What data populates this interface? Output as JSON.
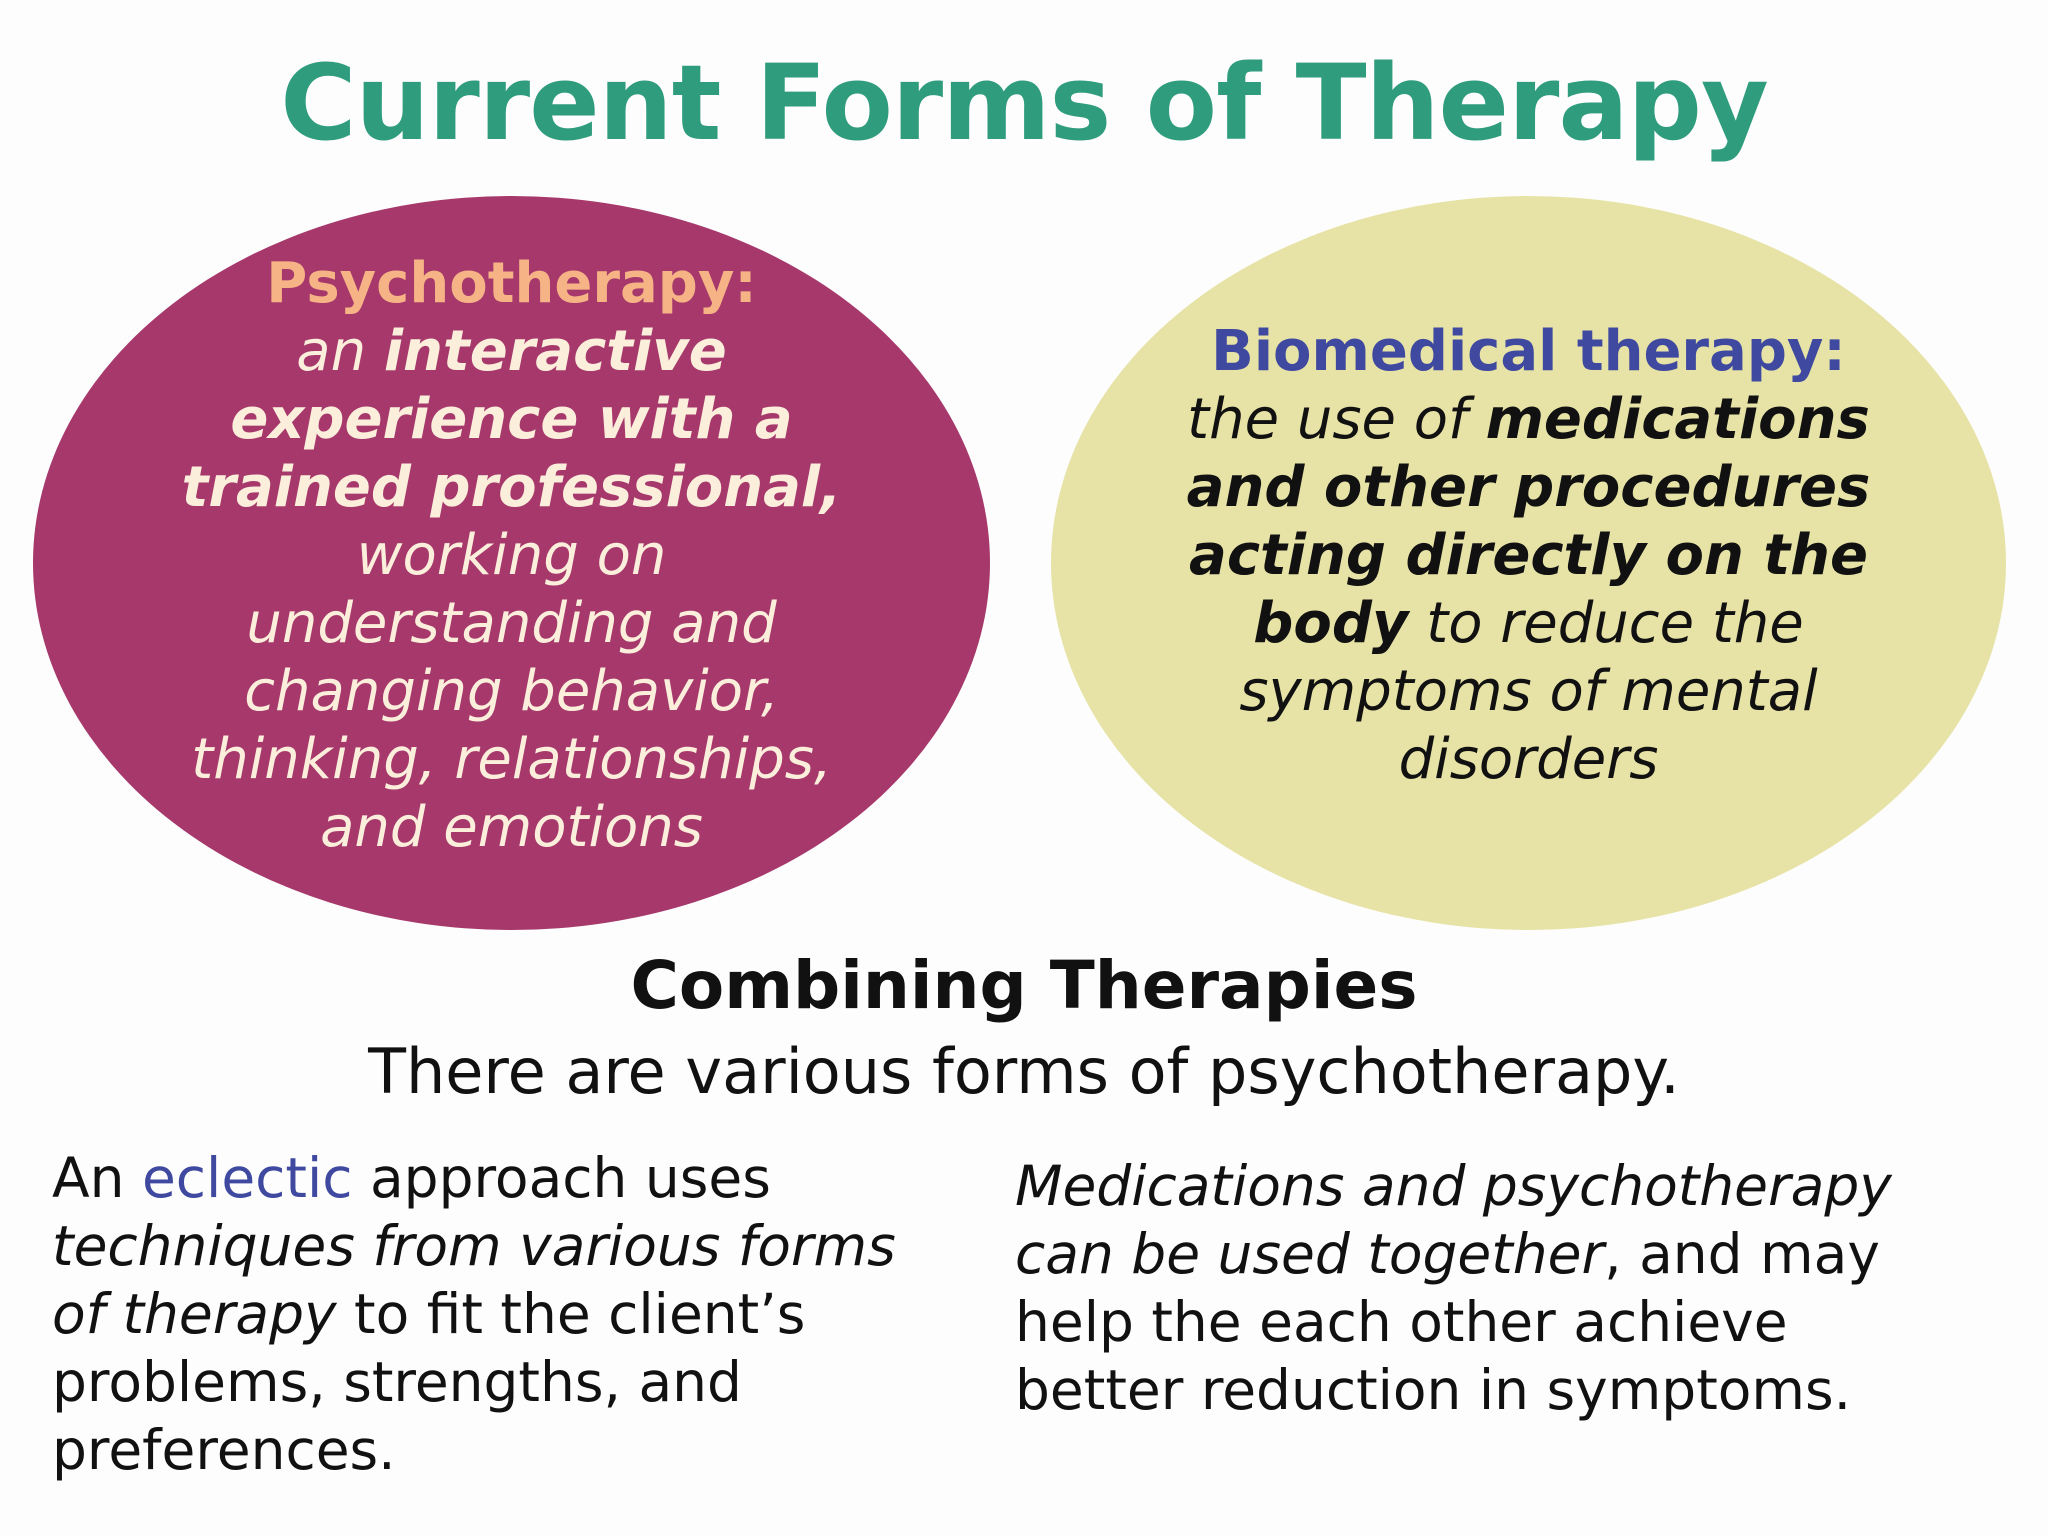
{
  "title": "Current Forms of Therapy",
  "colors": {
    "title": "#2f9c7d",
    "psycho_fill": "#a6386c",
    "psycho_heading": "#f6b486",
    "psycho_text": "#fbefdc",
    "bio_fill": "#e7e3a6",
    "bio_heading": "#3f49a0",
    "bio_text": "#111111",
    "body_text": "#111111",
    "eclectic": "#3f49a0"
  },
  "psychotherapy": {
    "heading": "Psychotherapy:",
    "lines": [
      {
        "pre": "an ",
        "bold": "interactive"
      },
      {
        "bold": "experience with a"
      },
      {
        "bold": "trained professional,"
      },
      {
        "text": "working on"
      },
      {
        "text": "understanding and"
      },
      {
        "text": "changing behavior,"
      },
      {
        "text": "thinking, relationships,"
      },
      {
        "text": "and emotions"
      }
    ]
  },
  "biomedical": {
    "heading": "Biomedical therapy:",
    "lines": [
      {
        "pre": "the use of ",
        "bold": "medications"
      },
      {
        "bold": "and other procedures"
      },
      {
        "bold": "acting directly on the"
      },
      {
        "bold": "body",
        "post": " to reduce the"
      },
      {
        "text": "symptoms of mental"
      },
      {
        "text": "disorders"
      }
    ]
  },
  "combining": {
    "heading": "Combining Therapies",
    "subtitle": "There are various forms of psychotherapy."
  },
  "eclectic_paragraph": {
    "line1_pre": "An ",
    "line1_accent": "eclectic",
    "line1_post": " approach uses",
    "line2_italic": "techniques from various forms",
    "line3_italic": "of therapy",
    "line3_post": " to fit the client’s",
    "line4": "problems, strengths, and",
    "line5": "preferences."
  },
  "combined_paragraph": {
    "line1_italic": "Medications and psychotherapy",
    "line2_italic": "can be used together",
    "line2_post": ", and may",
    "line3": "help the each other achieve",
    "line4": "better reduction in symptoms."
  }
}
